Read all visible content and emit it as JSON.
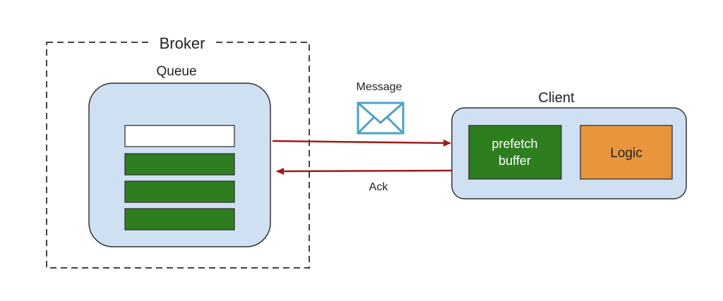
{
  "broker": {
    "title": "Broker",
    "queue": {
      "title": "Queue",
      "slots": [
        {
          "state": "empty",
          "color": "#ffffff"
        },
        {
          "state": "filled",
          "color": "#2e7d1f"
        },
        {
          "state": "filled",
          "color": "#2e7d1f"
        },
        {
          "state": "filled",
          "color": "#2e7d1f"
        }
      ]
    }
  },
  "client": {
    "title": "Client",
    "prefetch_line1": "prefetch",
    "prefetch_line2": "buffer",
    "logic": "Logic"
  },
  "arrows": {
    "message_label": "Message",
    "ack_label": "Ack"
  },
  "icons": {
    "message": "envelope-icon"
  },
  "colors": {
    "queue_fill": "#cfe0f3",
    "client_fill": "#cfe0f3",
    "green": "#2e7d1f",
    "orange": "#e8953c",
    "arrow": "#a11a1a",
    "envelope": "#4aa3c7"
  }
}
